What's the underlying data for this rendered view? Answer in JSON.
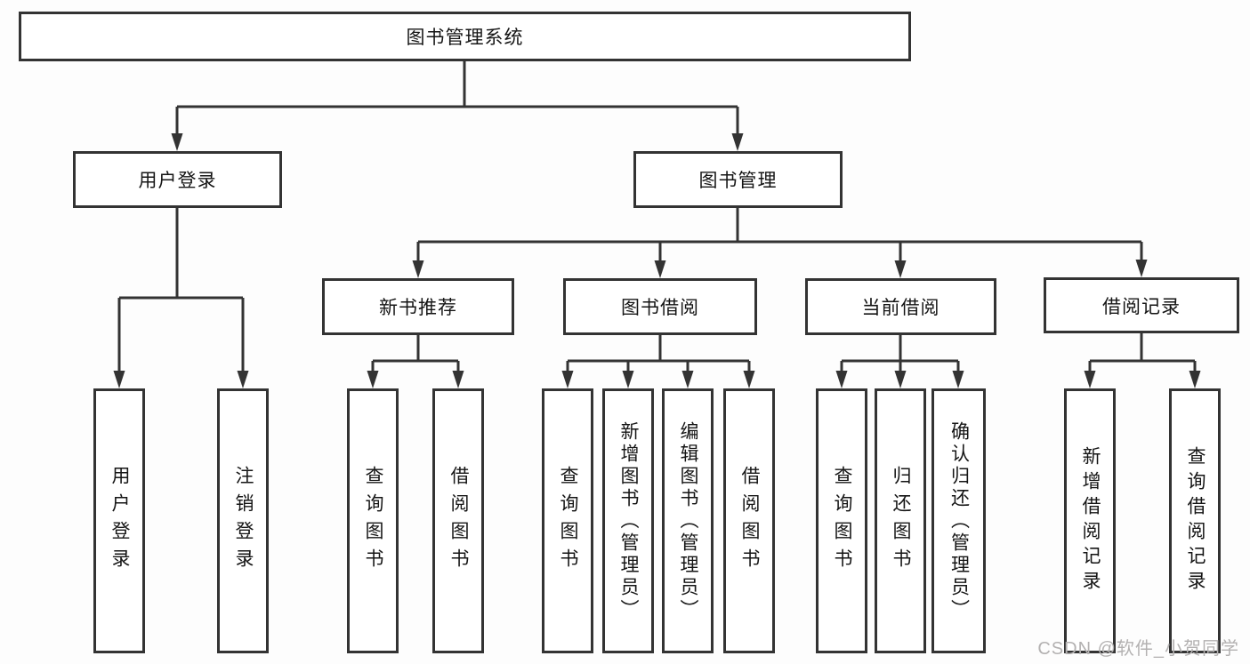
{
  "diagram": {
    "root": {
      "label": "图书管理系统"
    },
    "branches": [
      {
        "label": "用户登录",
        "children": [
          {
            "label": "用户登录"
          },
          {
            "label": "注销登录"
          }
        ]
      },
      {
        "label": "图书管理",
        "children": [
          {
            "label": "新书推荐",
            "children": [
              {
                "label": "查询图书"
              },
              {
                "label": "借阅图书"
              }
            ]
          },
          {
            "label": "图书借阅",
            "children": [
              {
                "label": "查询图书"
              },
              {
                "label": "新增图书（管理员）"
              },
              {
                "label": "编辑图书（管理员）"
              },
              {
                "label": "借阅图书"
              }
            ]
          },
          {
            "label": "当前借阅",
            "children": [
              {
                "label": "查询图书"
              },
              {
                "label": "归还图书"
              },
              {
                "label": "确认归还（管理员）"
              }
            ]
          },
          {
            "label": "借阅记录",
            "children": [
              {
                "label": "新增借阅记录"
              },
              {
                "label": "查询借阅记录"
              }
            ]
          }
        ]
      }
    ]
  },
  "watermark": {
    "text": "CSDN @软件_小贺同学"
  },
  "colors": {
    "line": "#333333",
    "node_border": "#333333",
    "node_fill": "#ffffff",
    "text": "#151515",
    "watermark": "#b3b1b1",
    "background": "#fdfdfd"
  }
}
